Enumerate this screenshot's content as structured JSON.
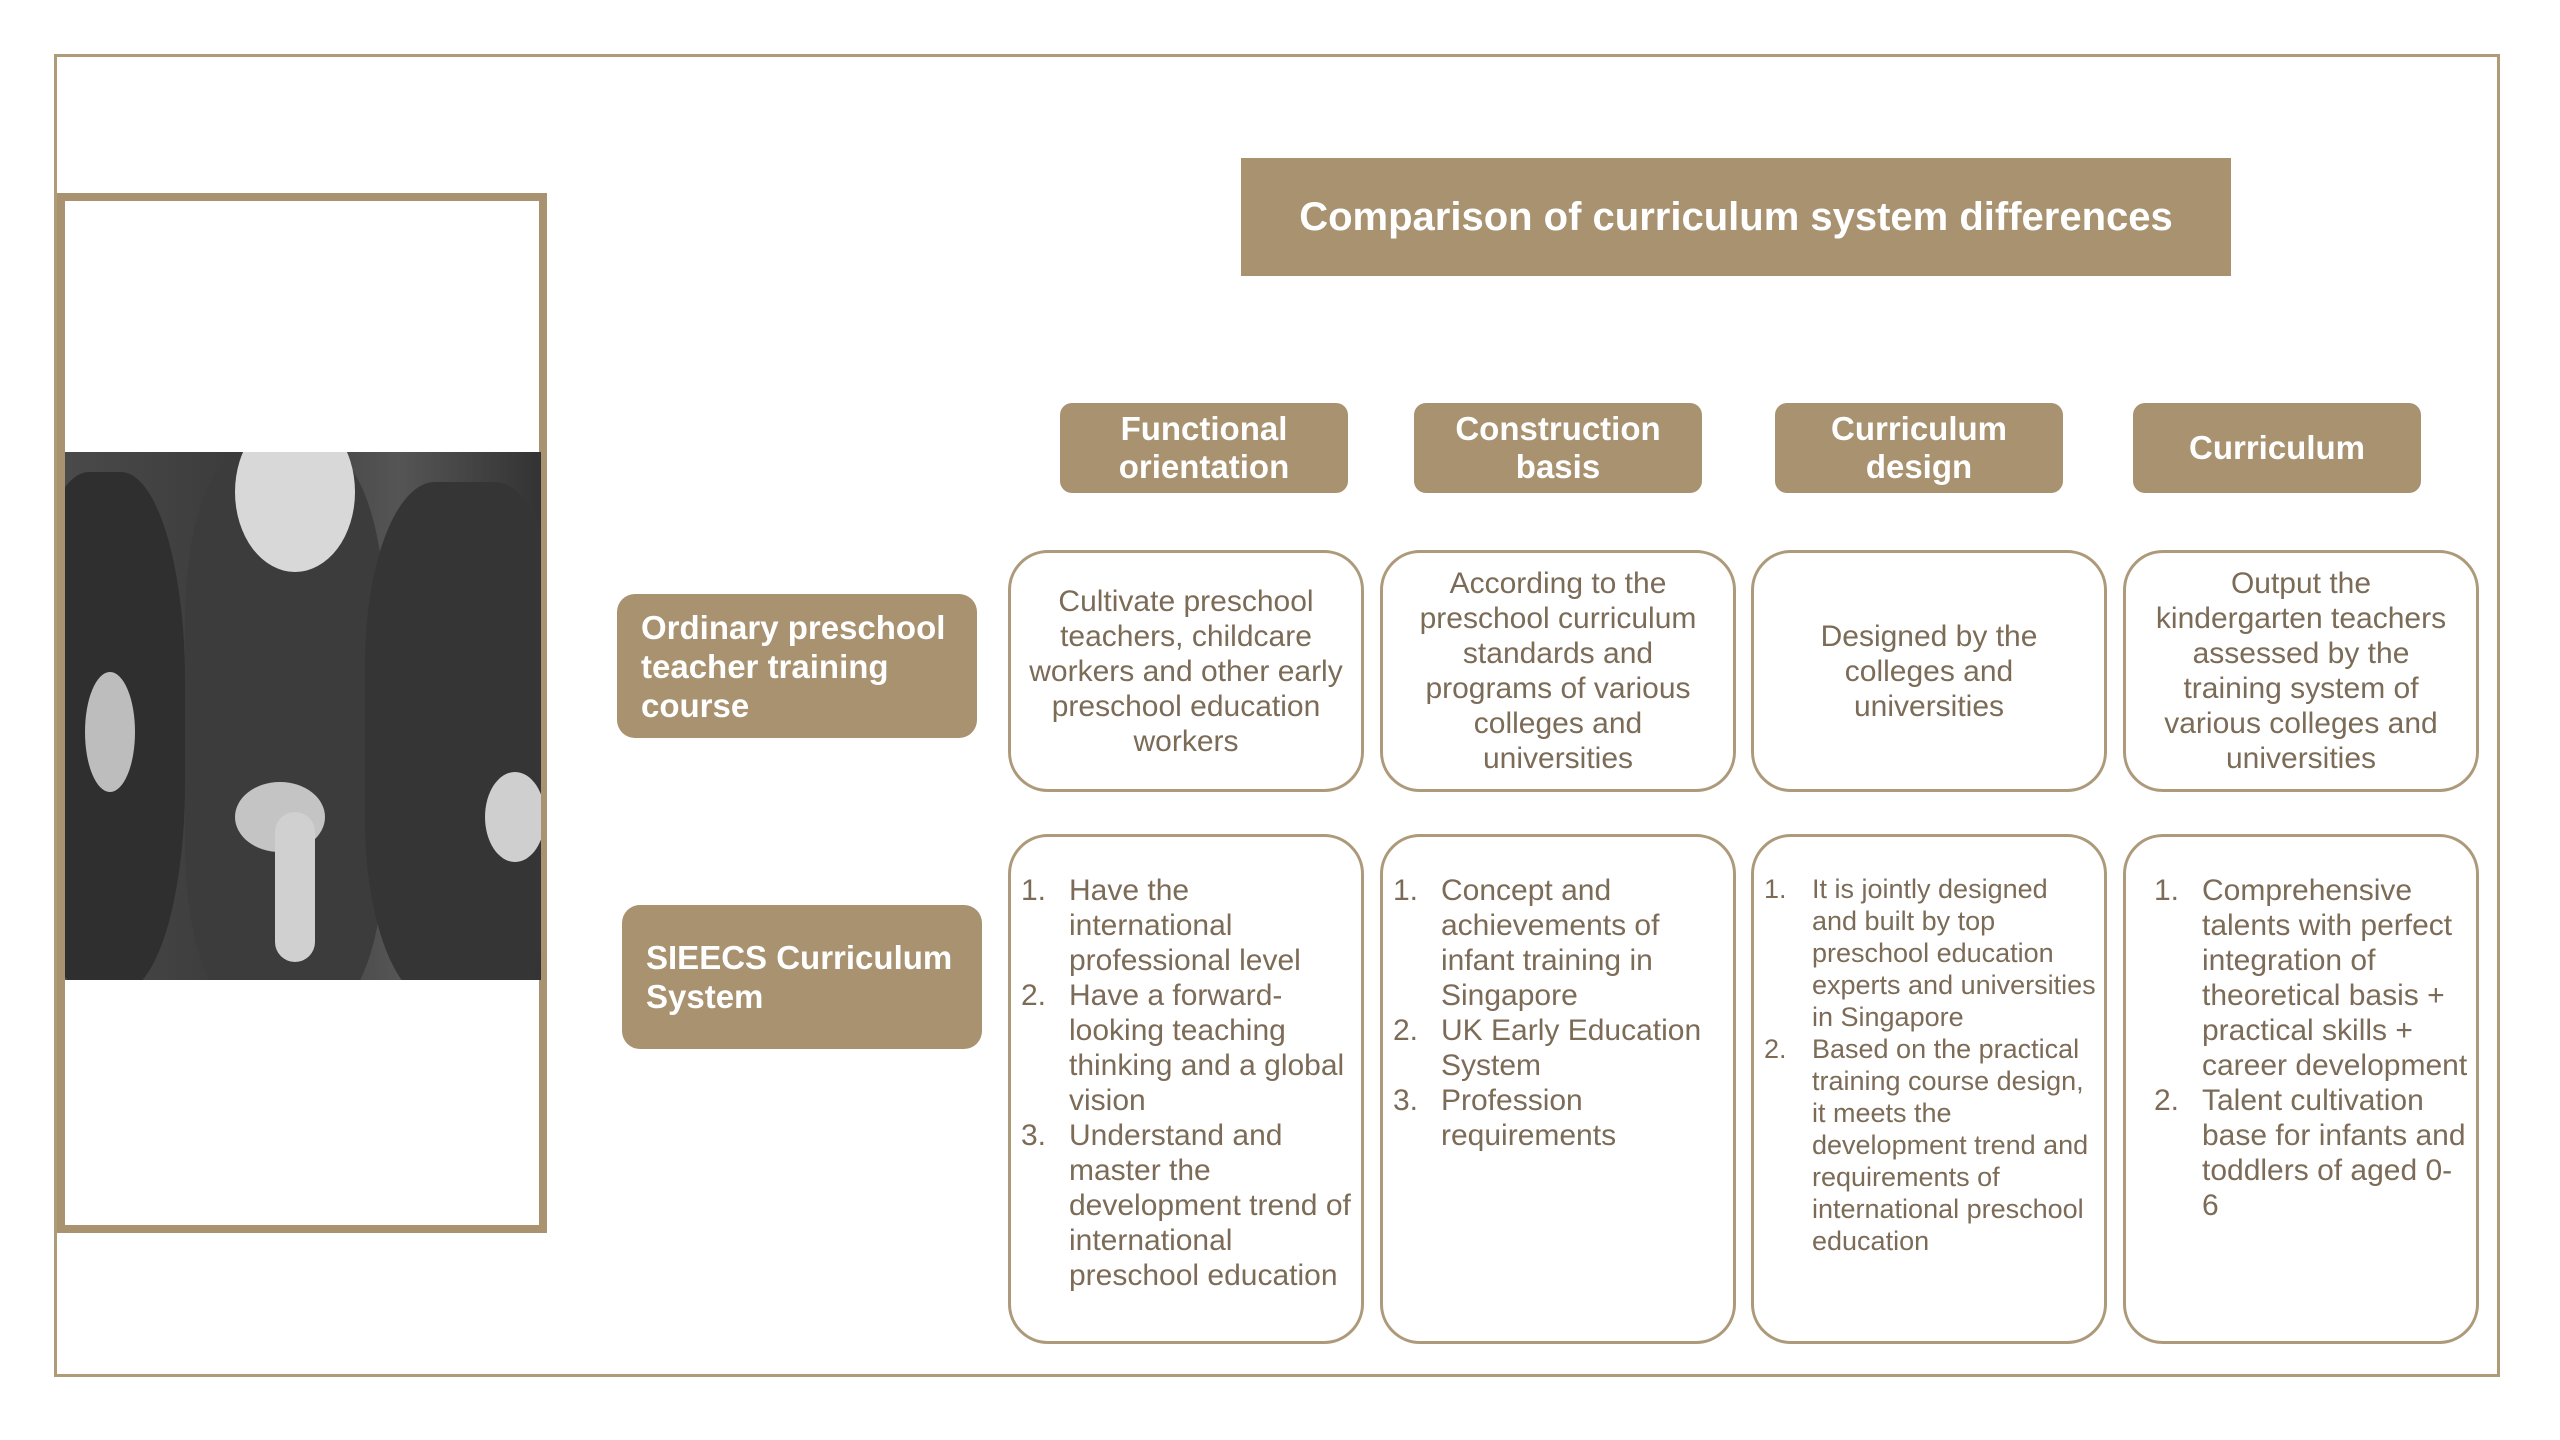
{
  "title": "Comparison of curriculum system differences",
  "columns": [
    "Functional orientation",
    "Construction basis",
    "Curriculum design",
    "Curriculum"
  ],
  "rows": [
    {
      "label": "Ordinary preschool teacher training course",
      "cells": [
        "Cultivate preschool teachers, childcare workers and other early preschool education workers",
        "According to the preschool curriculum standards and programs of various colleges and universities",
        "Designed by the colleges and universities",
        "Output the kindergarten teachers assessed by the training system of various colleges and universities"
      ]
    },
    {
      "label": "SIEECS Curriculum System",
      "cells": [
        [
          {
            "num": "1.",
            "text": "Have the international professional level"
          },
          {
            "num": "2.",
            "text": "Have a forward-looking teaching thinking and a global vision"
          },
          {
            "num": "3.",
            "text": "Understand and master the development trend of international preschool education"
          }
        ],
        [
          {
            "num": "1.",
            "text": "Concept and achievements of infant training in Singapore"
          },
          {
            "num": "2.",
            "text": "UK Early Education System"
          },
          {
            "num": "3.",
            "text": "Profession requirements"
          }
        ],
        [
          {
            "num": "1.",
            "text": "It is jointly designed and built by top preschool education experts and universities in Singapore"
          },
          {
            "num": "2.",
            "text": "Based on the practical training course design, it meets the development trend and requirements of international preschool education"
          }
        ],
        [
          {
            "num": "1.",
            "text": "Comprehensive talents with perfect integration of theoretical basis + practical skills + career development"
          },
          {
            "num": "2.",
            "text": "Talent cultivation base for infants and toddlers of aged 0-6"
          }
        ]
      ]
    }
  ],
  "colors": {
    "accent": "#a89270",
    "text": "#7b6b57",
    "border": "#ad9a7a"
  }
}
